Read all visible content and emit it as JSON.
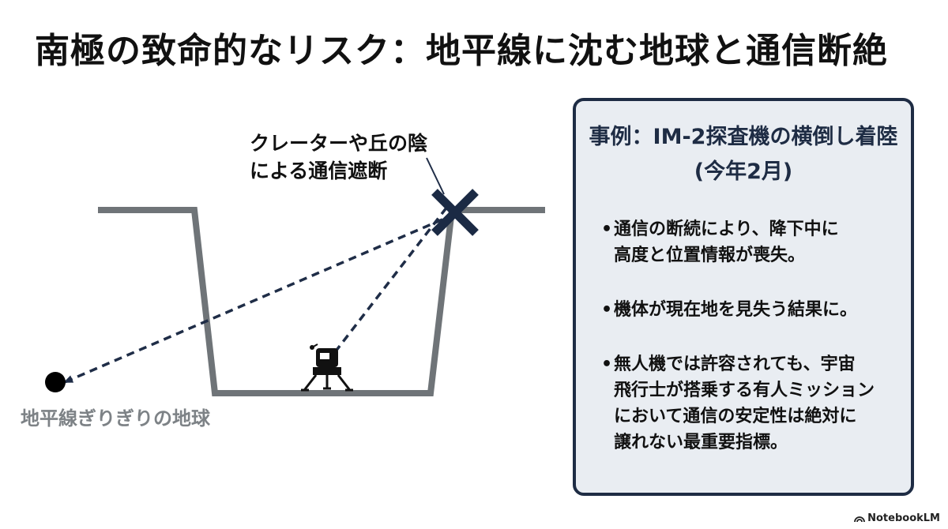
{
  "title": "南極の致命的なリスク：地平線に沈む地球と通信断絶",
  "diagram": {
    "obstruction_label_line1": "クレーターや丘の陰",
    "obstruction_label_line2": "による通信遮断",
    "earth_label": "地平線ぎりぎりの地球",
    "colors": {
      "terrain": "#6f7478",
      "signal": "#1f2d47",
      "blocked_mark": "#1b2a44",
      "earth": "#000000"
    },
    "icons": [
      "blocked-x-icon",
      "lunar-lander-icon",
      "earth-dot-icon"
    ]
  },
  "case_panel": {
    "title_line1": "事例：IM-2探査機の横倒し着陸",
    "title_line2": "(今年2月)",
    "bullet_symbol": "•",
    "items": [
      {
        "line1": "通信の断続により、降下中に",
        "line2": "高度と位置情報が喪失。"
      },
      {
        "line1": "機体が現在地を見失う結果に。"
      },
      {
        "line1": "無人機では許容されても、宇宙",
        "line2": "飛行士が搭乗する有人ミッション",
        "line3": "において通信の安定性は絶対に",
        "line4": "譲れない最重要指標。"
      }
    ],
    "colors": {
      "border": "#1e2c44",
      "background": "#e9edf2",
      "title": "#1e2c44"
    }
  },
  "watermark": {
    "text": "NotebookLM",
    "icon": "notebooklm-logo-icon"
  }
}
